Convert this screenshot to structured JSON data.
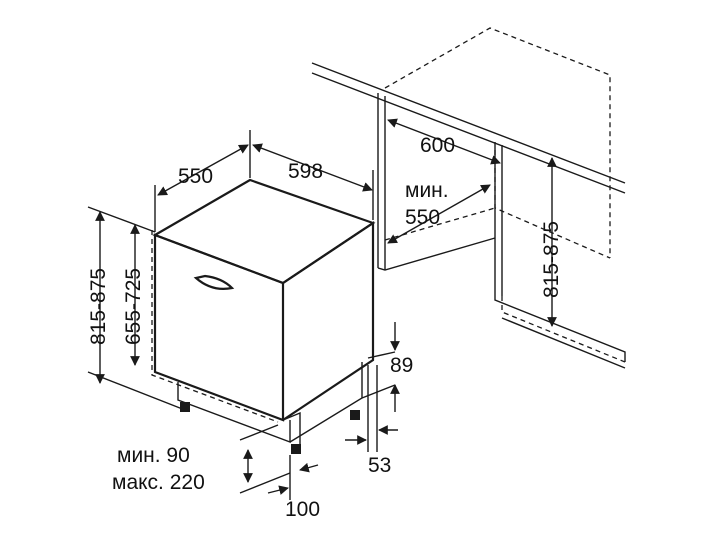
{
  "labels": {
    "depth_550": "550",
    "width_598": "598",
    "height_815_875_left": "815-875",
    "height_655_725": "655-725",
    "niche_width_600": "600",
    "niche_min_depth_line1": "мин.",
    "niche_min_depth_line2": "550",
    "niche_height_815_875": "815-875",
    "plinth_89": "89",
    "plinth_53": "53",
    "door_min_line1": "мин. 90",
    "door_max_line2": "макс. 220",
    "door_offset_100": "100"
  },
  "colors": {
    "line": "#1a1a1a",
    "background": "#ffffff"
  }
}
